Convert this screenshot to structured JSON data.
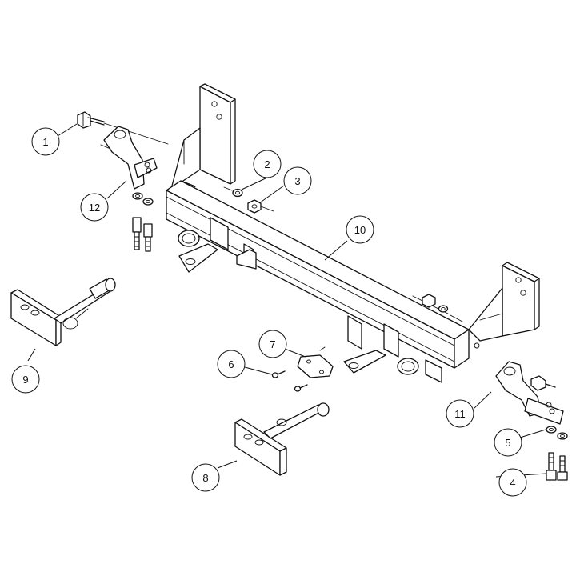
{
  "callouts": [
    {
      "id": "callout-1",
      "label": "1"
    },
    {
      "id": "callout-2",
      "label": "2"
    },
    {
      "id": "callout-3",
      "label": "3"
    },
    {
      "id": "callout-4",
      "label": "4"
    },
    {
      "id": "callout-5",
      "label": "5"
    },
    {
      "id": "callout-6",
      "label": "6"
    },
    {
      "id": "callout-7",
      "label": "7"
    },
    {
      "id": "callout-8",
      "label": "8"
    },
    {
      "id": "callout-9",
      "label": "9"
    },
    {
      "id": "callout-10",
      "label": "10"
    },
    {
      "id": "callout-11",
      "label": "11"
    },
    {
      "id": "callout-12",
      "label": "12"
    }
  ]
}
